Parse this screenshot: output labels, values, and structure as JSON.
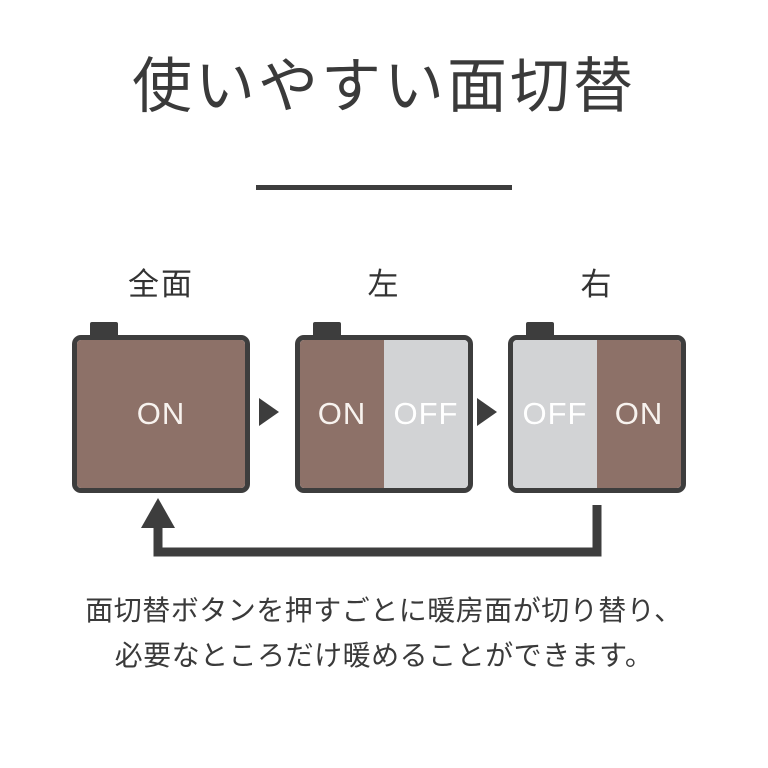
{
  "heading": {
    "title": "使いやすい面切替",
    "divider": true
  },
  "diagram": {
    "type": "state-cycle",
    "accent_brown": "#8D7168",
    "accent_gray": "#D2D3D5",
    "outline_color": "#3D3D3D",
    "on_label": "ON",
    "off_label": "OFF",
    "panels": [
      {
        "label": "全面",
        "mode": "full",
        "zones": [
          {
            "state": "ON",
            "text": "ON"
          }
        ]
      },
      {
        "label": "左",
        "mode": "left",
        "zones": [
          {
            "state": "ON",
            "text": "ON"
          },
          {
            "state": "OFF",
            "text": "OFF"
          }
        ]
      },
      {
        "label": "右",
        "mode": "right",
        "zones": [
          {
            "state": "OFF",
            "text": "OFF"
          },
          {
            "state": "ON",
            "text": "ON"
          }
        ]
      }
    ],
    "step_arrows": 2,
    "loop_back_arrow": true
  },
  "description": {
    "line1": "面切替ボタンを押すごとに暖房面が切り替り、",
    "line2": "必要なところだけ暖めることができます。"
  }
}
